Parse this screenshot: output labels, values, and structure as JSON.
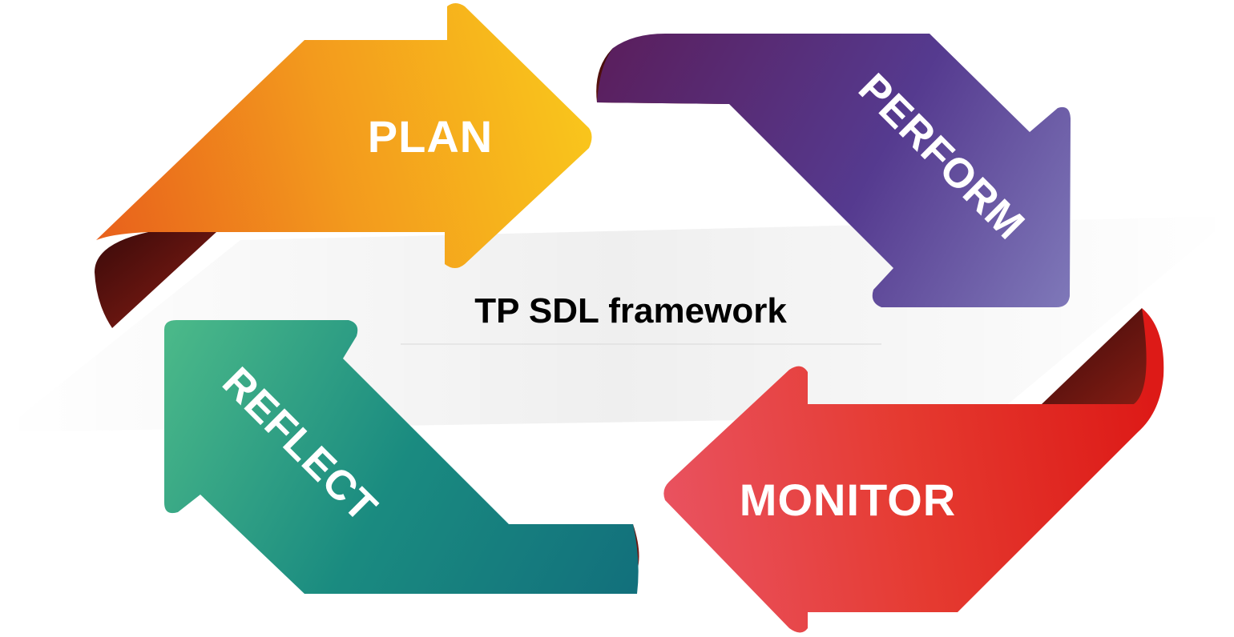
{
  "diagram": {
    "title": "TP SDL framework",
    "stages": [
      {
        "id": "plan",
        "label": "PLAN",
        "colors": [
          "#e8601c",
          "#f39a1d",
          "#f9c51c"
        ]
      },
      {
        "id": "perform",
        "label": "PERFORM",
        "colors": [
          "#5a1f5e",
          "#553a8f",
          "#7e77b8"
        ]
      },
      {
        "id": "monitor",
        "label": "MONITOR",
        "colors": [
          "#e9525f",
          "#e53a30",
          "#dd1a17"
        ]
      },
      {
        "id": "reflect",
        "label": "REFLECT",
        "colors": [
          "#4ab889",
          "#1a8b80",
          "#12707c"
        ]
      }
    ],
    "fold_color": "#6a1414"
  }
}
